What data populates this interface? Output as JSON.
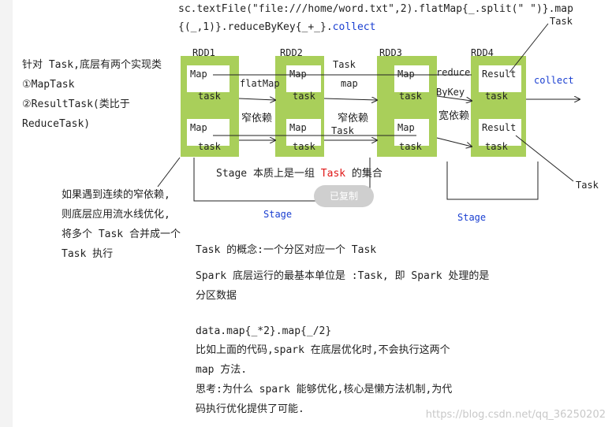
{
  "code_top": {
    "line1": "sc.textFile(\"file:///home/word.txt\",2).flatMap{_.split(\" \")}.map",
    "line2_prefix": "{(_,1)}.reduceByKey{_+_}.",
    "line2_collect": "collect"
  },
  "left_notes": {
    "heading": "针对 Task,底层有两个实现类",
    "item1": "①MapTask",
    "item2": "②ResultTask(类比于",
    "item3": "ReduceTask)"
  },
  "rdds": [
    {
      "name": "RDD1",
      "tasks": [
        {
          "label": "Map",
          "sub": "task"
        },
        {
          "label": "Map",
          "sub": "task"
        }
      ]
    },
    {
      "name": "RDD2",
      "tasks": [
        {
          "label": "Map",
          "sub": "task"
        },
        {
          "label": "Map",
          "sub": "task"
        }
      ]
    },
    {
      "name": "RDD3",
      "tasks": [
        {
          "label": "Map",
          "sub": "task"
        },
        {
          "label": "Map",
          "sub": "task"
        }
      ]
    },
    {
      "name": "RDD4",
      "tasks": [
        {
          "label": "Result",
          "sub": "task"
        },
        {
          "label": "Result",
          "sub": "task"
        }
      ]
    }
  ],
  "edges": {
    "flatmap": "flatMap",
    "narrow1": "窄依赖",
    "map": "map",
    "task_top": "Task",
    "narrow2": "窄依赖",
    "task_mid": "Task",
    "reduce_line1": "reduce",
    "reduce_line2": "ByKey",
    "wide": "宽依赖",
    "collect": "collect",
    "task_right_top": "Task",
    "task_right_bottom": "Task"
  },
  "stage_note": {
    "prefix": "Stage 本质上是一组 ",
    "task_word": "Task",
    "suffix": " 的集合"
  },
  "copied_badge": "已复制",
  "stage_labels": {
    "left": "Stage",
    "right": "Stage"
  },
  "pipeline_note": {
    "line1": "如果遇到连续的窄依赖,",
    "line2": "则底层应用流水线优化,",
    "line3": "将多个 Task 合并成一个",
    "line4": "Task 执行"
  },
  "concepts": {
    "task_concept": "Task 的概念:一个分区对应一个 Task",
    "spark_unit_1": "Spark 底层运行的最基本单位是 :Task, 即 Spark 处理的是",
    "spark_unit_2": "分区数据",
    "code2": "data.map{_*2}.map{_/2}",
    "para1": "比如上面的代码,spark 在底层优化时,不会执行这两个",
    "para2": "map 方法.",
    "para3": "思考:为什么 spark 能够优化,核心是懒方法机制,为代",
    "para4": "码执行优化提供了可能."
  },
  "watermark": "https://blog.csdn.net/qq_36250202"
}
